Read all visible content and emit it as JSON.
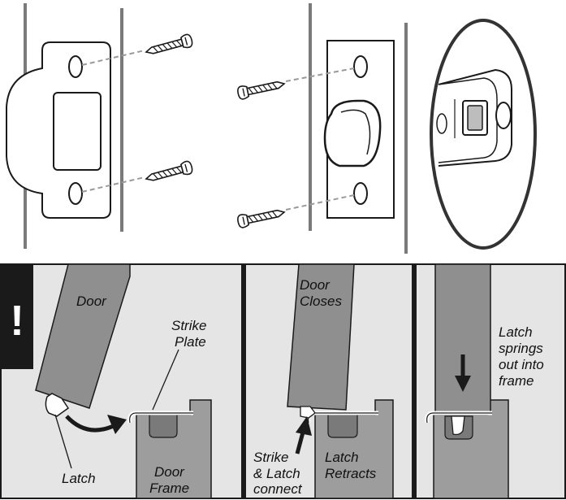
{
  "colors": {
    "outline": "#1a1a1a",
    "panel_bg": "#e5e5e5",
    "door_gray": "#8f8f8f",
    "frame_gray": "#9d9d9d",
    "wall_line": "#7a7a7a",
    "dash_line": "#9a9a9a",
    "warning_bg": "#1a1a1a",
    "warning_fg": "#ffffff"
  },
  "warning": {
    "symbol": "!"
  },
  "panel1": {
    "door": "Door",
    "strike_plate": [
      "Strike",
      "Plate"
    ],
    "latch": "Latch",
    "door_frame": [
      "Door",
      "Frame"
    ]
  },
  "panel2": {
    "door_closes": [
      "Door",
      "Closes"
    ],
    "strike_latch": [
      "Strike",
      "& Latch",
      "connect"
    ],
    "latch_retracts": [
      "Latch",
      "Retracts"
    ]
  },
  "panel3": {
    "latch_springs": [
      "Latch",
      "springs",
      "out into",
      "frame"
    ]
  }
}
